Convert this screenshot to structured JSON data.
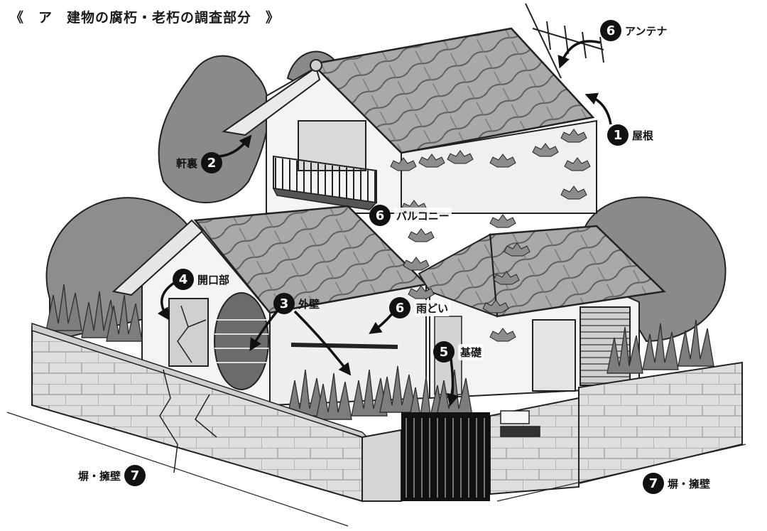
{
  "title": "《　ア　建物の腐朽・老朽の調査部分　》",
  "colors": {
    "ink": "#111111",
    "wall": "#f2f2f2",
    "roof": "#a9a9a9",
    "roof_dark": "#6e6e6e",
    "tree": "#8a8a8a",
    "tree_dark": "#6d6d6d",
    "block": "#dcdcdc",
    "grass": "#7d7d7d"
  },
  "labels": [
    {
      "id": "roof",
      "num": "1",
      "text": "屋根"
    },
    {
      "id": "eaves",
      "num": "2",
      "text": "軒裏"
    },
    {
      "id": "outer-wall",
      "num": "3",
      "text": "外壁"
    },
    {
      "id": "opening",
      "num": "4",
      "text": "開口部"
    },
    {
      "id": "foundation",
      "num": "5",
      "text": "基礎"
    },
    {
      "id": "antenna",
      "num": "6",
      "text": "アンテナ"
    },
    {
      "id": "balcony",
      "num": "6",
      "text": "バルコニー"
    },
    {
      "id": "gutter",
      "num": "6",
      "text": "雨どい"
    },
    {
      "id": "fence-left",
      "num": "7",
      "text": "塀・擁壁"
    },
    {
      "id": "fence-right",
      "num": "7",
      "text": "塀・擁壁"
    }
  ]
}
